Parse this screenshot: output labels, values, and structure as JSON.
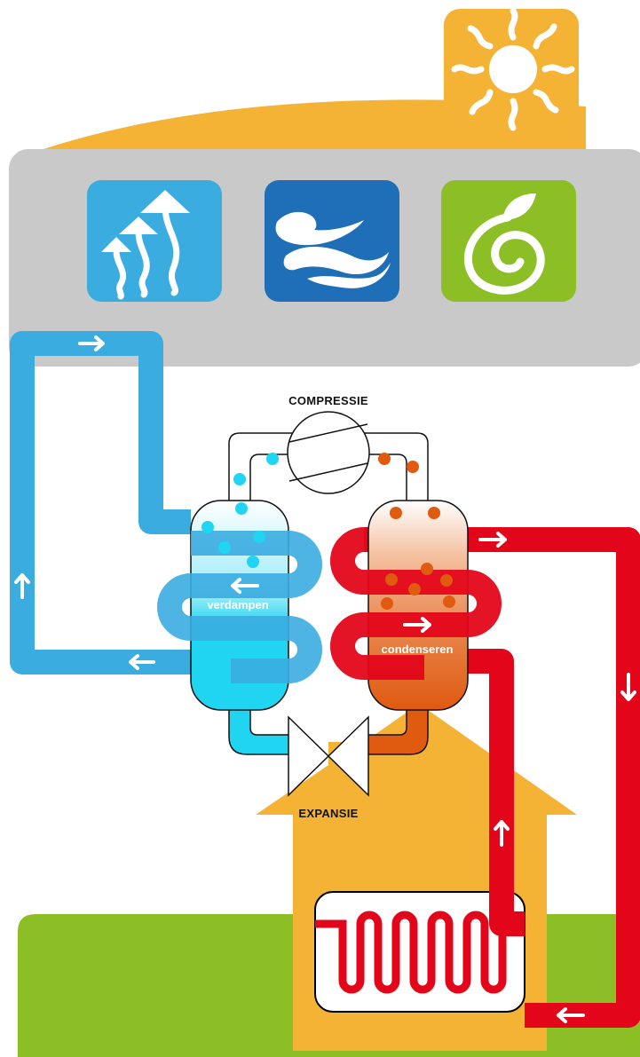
{
  "labels": {
    "compression": "COMPRESSIE",
    "expansion": "EXPANSIE",
    "evaporate": "verdampen",
    "condense": "condenseren"
  },
  "colors": {
    "sun_orange": "#F5B335",
    "house_orange": "#F5B335",
    "panel_gray": "#C9C9C9",
    "cold_blue": "#3AACE0",
    "cold_cyan": "#1FD5F2",
    "hot_red": "#E3061A",
    "hot_orange": "#E05A10",
    "air_blue": "#1E6FB8",
    "earth_green": "#8CBF26",
    "ground_green": "#8CBF26"
  },
  "icons": {
    "heat": "rising-heat-icon",
    "air": "air-waves-icon",
    "earth": "green-leaf-spiral-icon",
    "sun": "sun-icon"
  }
}
